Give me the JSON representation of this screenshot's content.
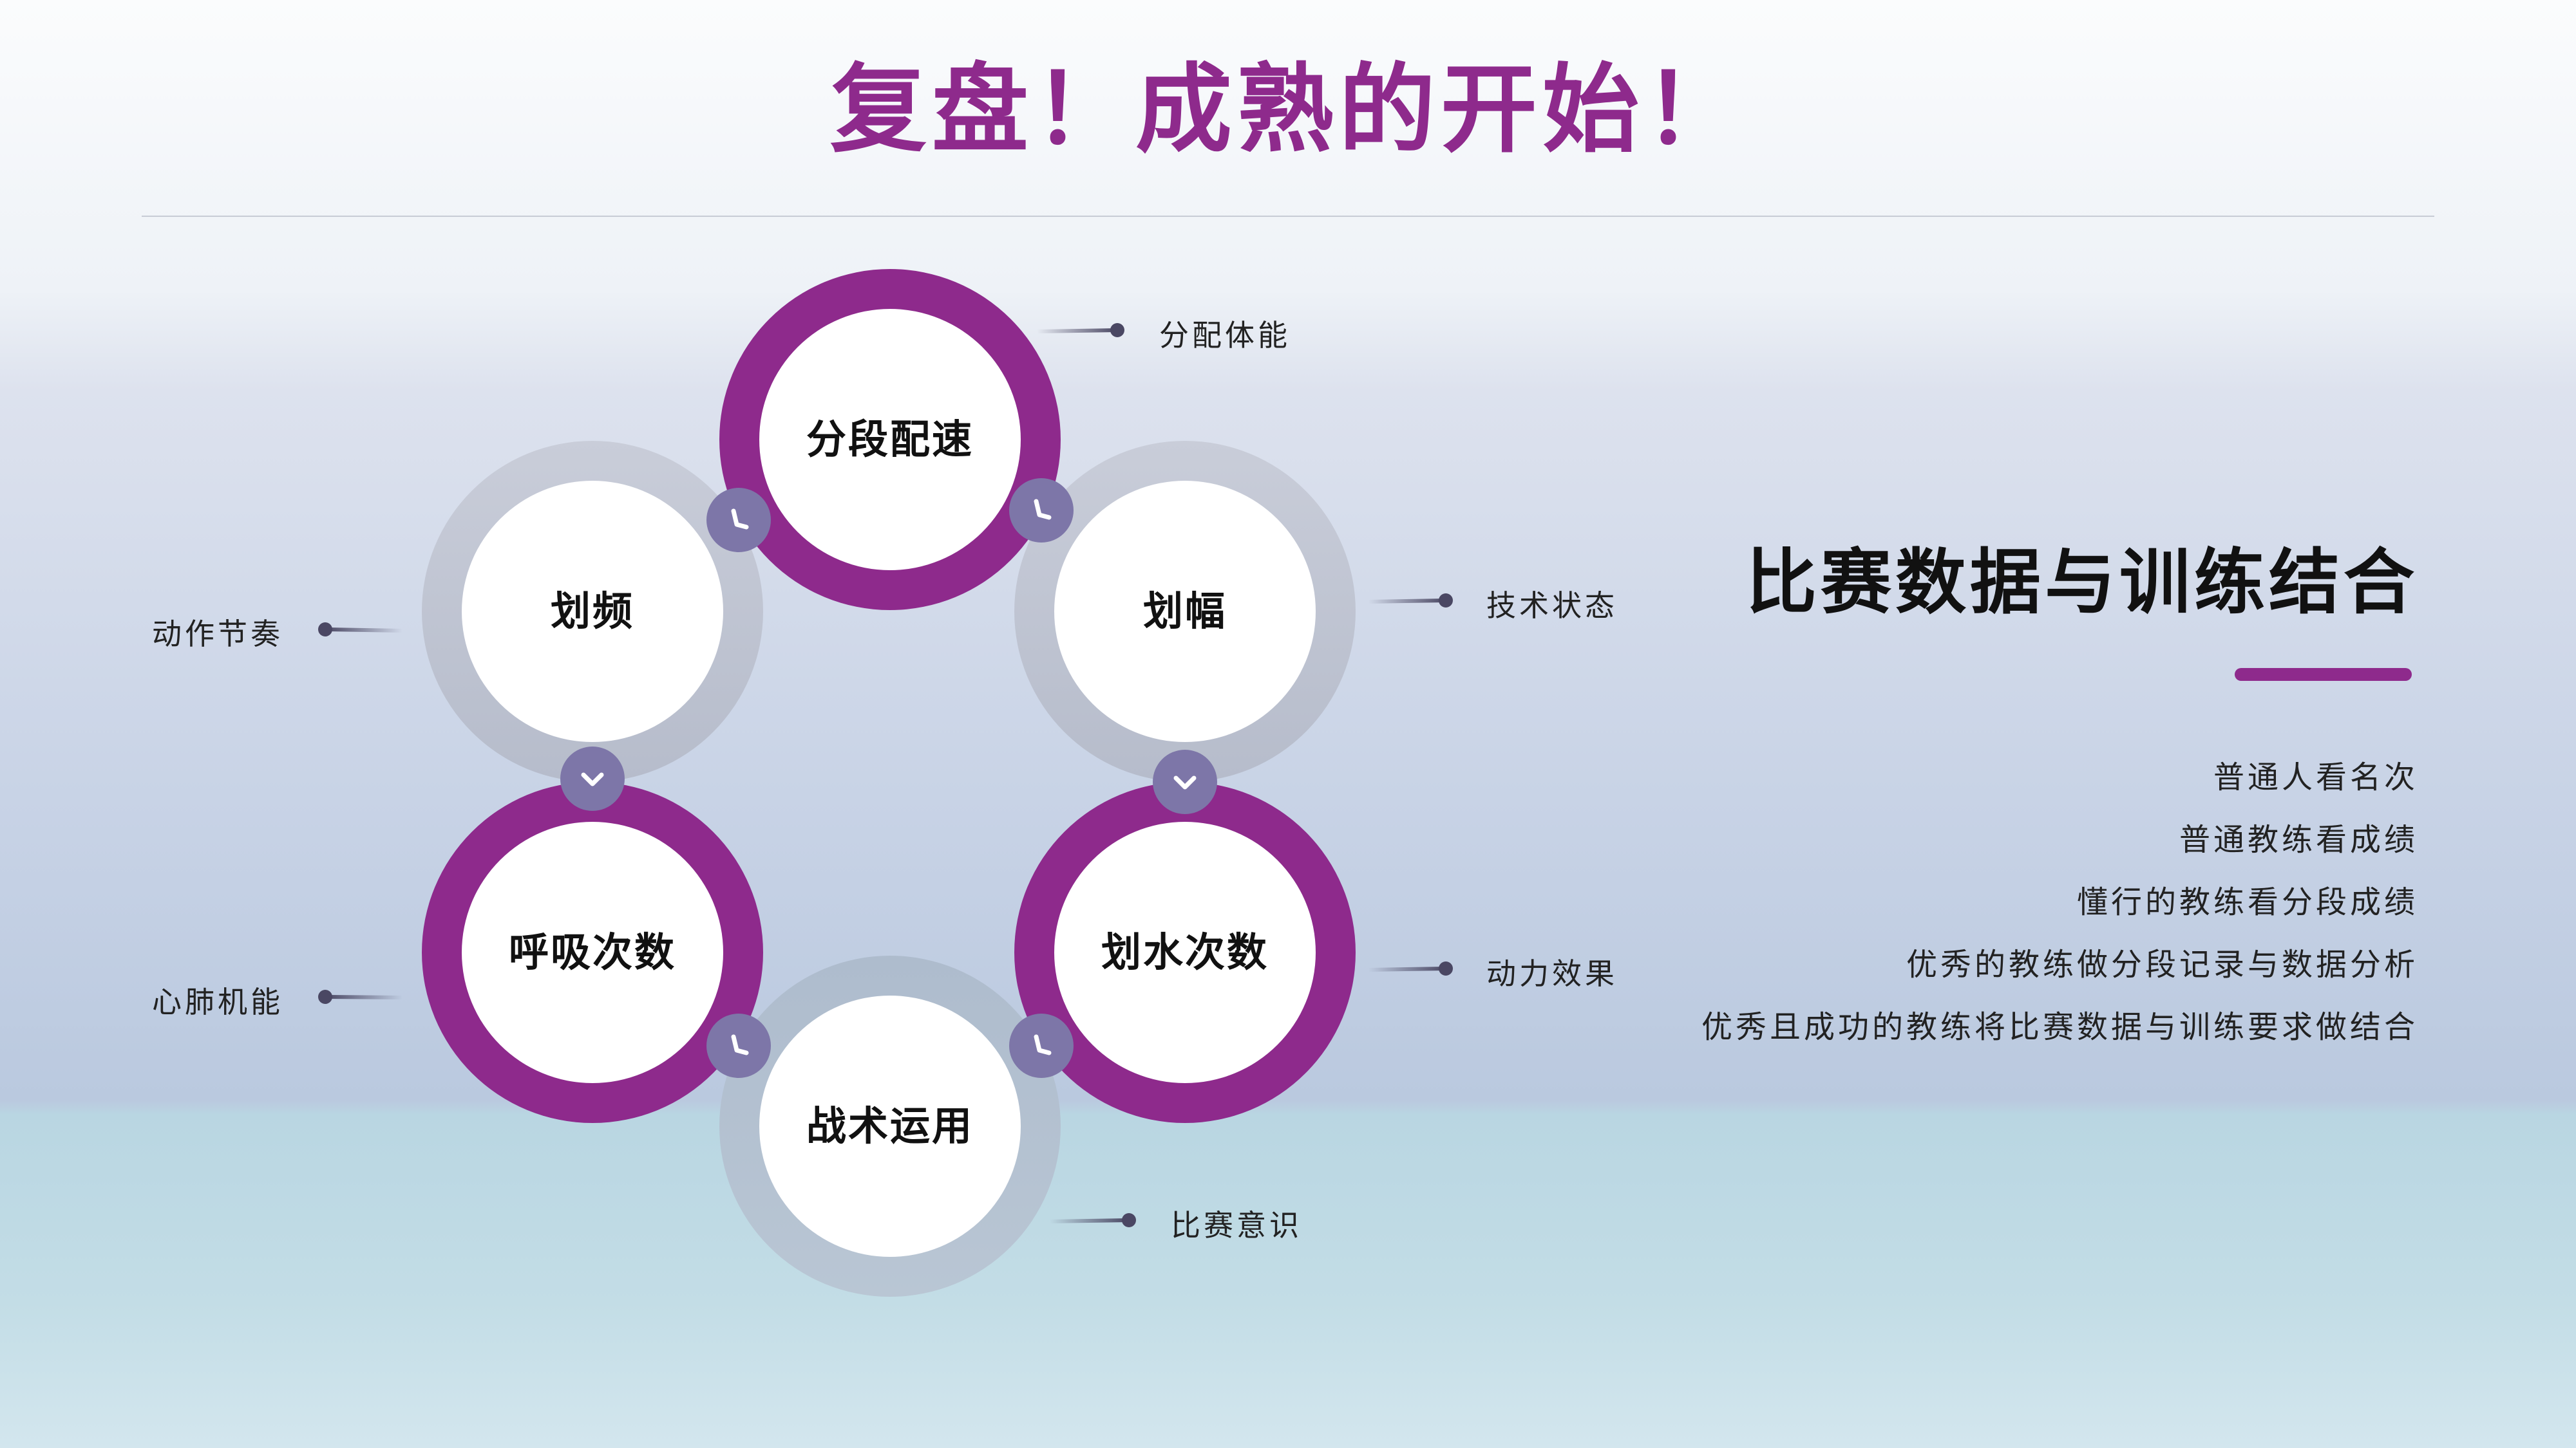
{
  "title": "复盘！成熟的开始！",
  "colors": {
    "accent": "#8e2a8c",
    "gray_ring": "#c0c5d2",
    "connector": "#7d76a8",
    "leader": "#4a4763",
    "text": "#111111"
  },
  "cycle": {
    "nodes": [
      {
        "key": "top",
        "label": "分段配速",
        "side_label": "分配体能",
        "style": "accent"
      },
      {
        "key": "upper_right",
        "label": "划幅",
        "side_label": "技术状态",
        "style": "gray"
      },
      {
        "key": "lower_right",
        "label": "划水次数",
        "side_label": "动力效果",
        "style": "accent"
      },
      {
        "key": "bottom",
        "label": "战术运用",
        "side_label": "比赛意识",
        "style": "gray"
      },
      {
        "key": "lower_left",
        "label": "呼吸次数",
        "side_label": "心肺机能",
        "style": "accent"
      },
      {
        "key": "upper_left",
        "label": "划频",
        "side_label": "动作节奏",
        "style": "gray"
      }
    ],
    "connectors": [
      {
        "between": [
          "upper_left",
          "top"
        ],
        "icon": "chevron-icon"
      },
      {
        "between": [
          "top",
          "upper_right"
        ],
        "icon": "chevron-icon"
      },
      {
        "between": [
          "upper_right",
          "lower_right"
        ],
        "icon": "chevron-down-icon"
      },
      {
        "between": [
          "lower_right",
          "bottom"
        ],
        "icon": "chevron-icon"
      },
      {
        "between": [
          "bottom",
          "lower_left"
        ],
        "icon": "chevron-icon"
      },
      {
        "between": [
          "upper_left",
          "lower_left"
        ],
        "icon": "chevron-down-icon"
      }
    ]
  },
  "summary": {
    "heading": "比赛数据与训练结合",
    "points": [
      "普通人看名次",
      "普通教练看成绩",
      "懂行的教练看分段成绩",
      "优秀的教练做分段记录与数据分析",
      "优秀且成功的教练将比赛数据与训练要求做结合"
    ]
  }
}
